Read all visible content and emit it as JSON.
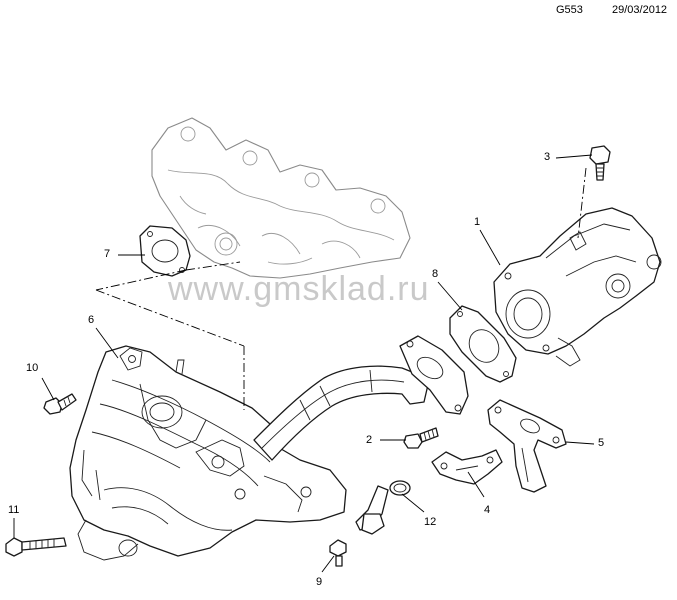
{
  "header": {
    "code": "G553",
    "date": "29/03/2012"
  },
  "watermark": "www.gmsklad.ru",
  "callouts": [
    "1",
    "2",
    "3",
    "4",
    "5",
    "6",
    "7",
    "8",
    "9",
    "10",
    "11",
    "12"
  ]
}
